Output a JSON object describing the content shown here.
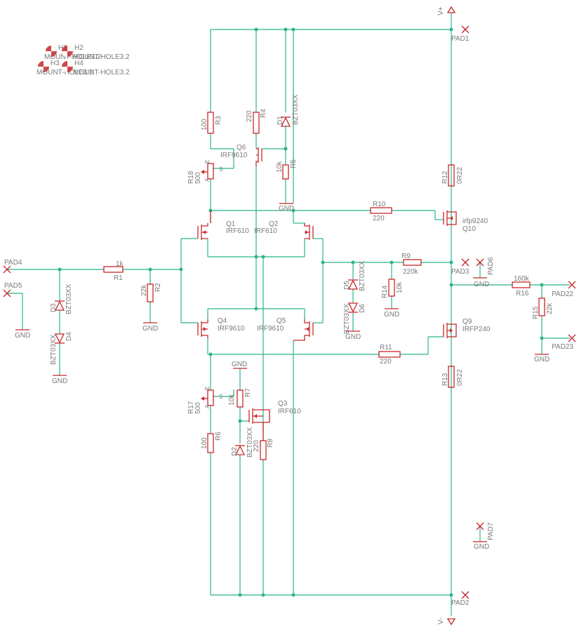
{
  "supply": {
    "vplus": "V+",
    "vminus": "V-",
    "gnd": "GND"
  },
  "mount_holes": [
    {
      "name": "H1",
      "value": "MOUNT-HOLE3.2"
    },
    {
      "name": "H2",
      "value": "MOUNT-HOLE3.2"
    },
    {
      "name": "H3",
      "value": "MOUNT-HOLE3.2"
    },
    {
      "name": "H4",
      "value": "MOUNT-HOLE3.2"
    }
  ],
  "resistors": [
    {
      "name": "R1",
      "value": "1k"
    },
    {
      "name": "R2",
      "value": "22k"
    },
    {
      "name": "R3",
      "value": "100"
    },
    {
      "name": "R4",
      "value": "220"
    },
    {
      "name": "R5",
      "value": "10k"
    },
    {
      "name": "R6",
      "value": "100"
    },
    {
      "name": "R7",
      "value": "10k"
    },
    {
      "name": "R8",
      "value": "220"
    },
    {
      "name": "R9",
      "value": "220k"
    },
    {
      "name": "R10",
      "value": "220"
    },
    {
      "name": "R11",
      "value": "220"
    },
    {
      "name": "R12",
      "value": "0R22"
    },
    {
      "name": "R13",
      "value": "0R22"
    },
    {
      "name": "R14",
      "value": "10k"
    },
    {
      "name": "R15",
      "value": "22k"
    },
    {
      "name": "R16",
      "value": "160k"
    },
    {
      "name": "R17",
      "value": "500"
    },
    {
      "name": "R18",
      "value": "500"
    }
  ],
  "diodes": [
    {
      "name": "D1",
      "value": "BZT03XX"
    },
    {
      "name": "D2",
      "value": "BZT03XX"
    },
    {
      "name": "D3",
      "value": "BZT03XX"
    },
    {
      "name": "D4",
      "value": "BZT03XX"
    },
    {
      "name": "D5",
      "value": "BZT03XX"
    },
    {
      "name": "D6",
      "value": "BZT03XX"
    }
  ],
  "transistors": [
    {
      "name": "Q1",
      "value": "IRF610"
    },
    {
      "name": "Q2",
      "value": "IRF610"
    },
    {
      "name": "Q3",
      "value": "IRF610"
    },
    {
      "name": "Q4",
      "value": "IRF9610"
    },
    {
      "name": "Q5",
      "value": "IRF9610"
    },
    {
      "name": "Q6",
      "value": "IRF9610"
    },
    {
      "name": "Q9",
      "value": "IRFP240"
    },
    {
      "name": "Q10",
      "value": "irfp9240"
    }
  ],
  "pads": [
    "PAD1",
    "PAD2",
    "PAD3",
    "PAD4",
    "PAD5",
    "PAD6",
    "PAD7",
    "PAD22",
    "PAD23"
  ],
  "pot_pins": {
    "a": "A",
    "e": "E",
    "s": "S"
  }
}
